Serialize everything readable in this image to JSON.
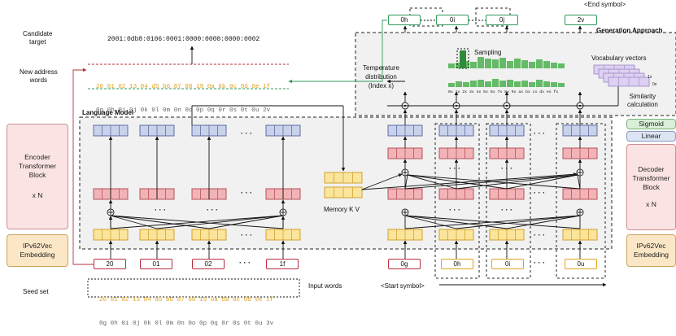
{
  "left_labels": {
    "candidate_1": "Candidate",
    "candidate_2": "target",
    "new_1": "New address",
    "new_2": "words",
    "seed": "Seed set"
  },
  "candidate_address": "2001:0db8:0106:0001:0000:0000:0000:0002",
  "new_words": {
    "line1": "20 01 02 13 04 d5 b6 87 08 19 0a 6b 0c 0d 0e 1f",
    "line2": "0g 0h 0i 0j 0k 0l 0m 0n 0o 0p 0q 0r 0s 0t 0u 2v"
  },
  "seed_words": {
    "line1": "20 01 02 13 04 d5 b6 87 08 19 0a 6b 0c 0d 0e 1f",
    "line2": "0g 0h 0i 0j 0k 0l 0m 0n 0o 0p 0q 0r 0s 0t 0u 3v"
  },
  "input_words_label": "Input words",
  "encoder_block": {
    "line1": "Encoder",
    "line2": "Transformer",
    "line3": "Block",
    "line4": "x N"
  },
  "encoder_embedding": {
    "line1": "IPv62Vec",
    "line2": "Embedding"
  },
  "decoder_block": {
    "line1": "Decoder",
    "line2": "Transformer",
    "line3": "Block",
    "line4": "x N"
  },
  "decoder_embedding": {
    "line1": "IPv62Vec",
    "line2": "Embedding"
  },
  "sigmoid_label": "Sigmoid",
  "linear_label": "Linear",
  "language_model_label": "Language Model",
  "generation_label": "Generation Approach",
  "end_symbol_label": "<End symbol>",
  "start_symbol_label": "<Start symbol>",
  "memory_label": "Memory K V",
  "temperature": {
    "line1": "Temperature",
    "line2": "distribution",
    "line3": "(Index x)"
  },
  "sampling_label": "Sampling",
  "vocab_label": "Vocabulary vectors",
  "vocab_1x": "1x",
  "vocab_0x": "0x",
  "similarity": {
    "line1": "Similarity",
    "line2": "calculation"
  },
  "hist_axis": "0x 1x 2x 3x 4x 5x 6x 7x 8x 9x ax bx cx dx ex fx",
  "encoder_tokens": [
    "20",
    "01",
    "02",
    "1f"
  ],
  "decoder_inputs": [
    "0g",
    "0h",
    "0i",
    "0u"
  ],
  "decoder_outputs": [
    "0h",
    "0i",
    "0j",
    "2v"
  ],
  "ellipsis": "· · ·",
  "colors": {
    "red": "#b5303a",
    "orange": "#e0a21f",
    "green": "#2f9a5a",
    "blue": "#7f93c1",
    "pink": "#e98e95",
    "yellow": "#f6d77a",
    "panel": "#f2f2f2"
  }
}
